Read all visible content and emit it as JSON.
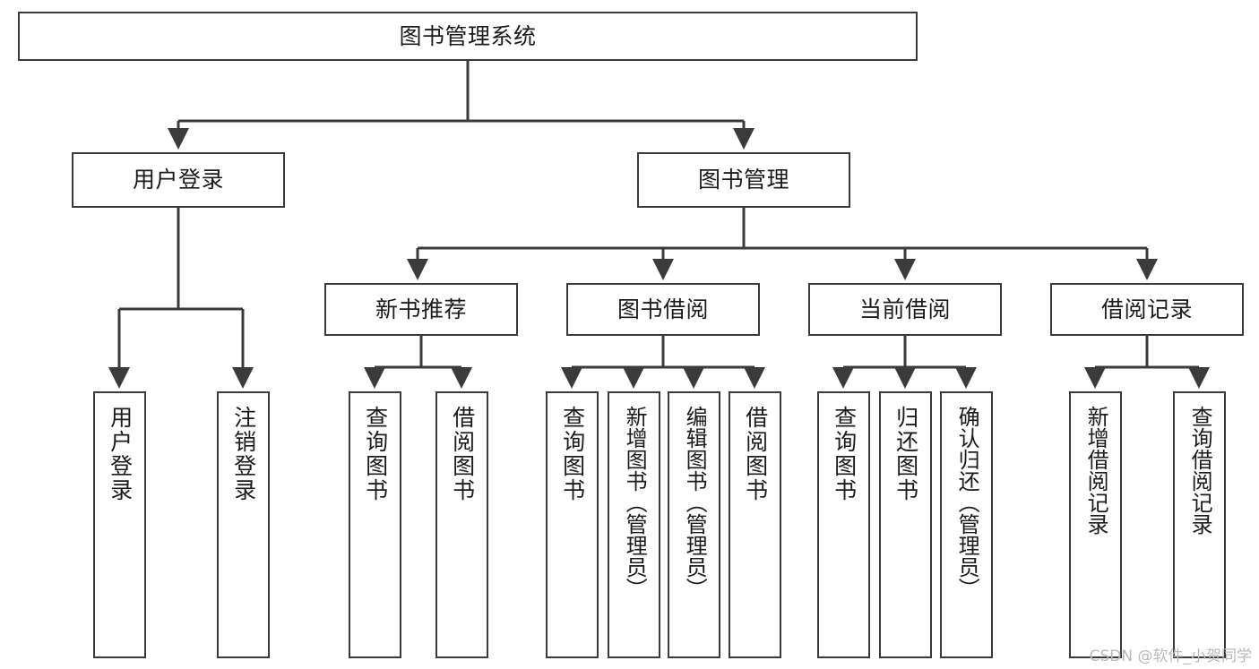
{
  "diagram": {
    "type": "tree-hierarchy-chart",
    "title": "图书管理系统",
    "edge_color": "#3b3b3b",
    "box_border_color": "#3b3b3b",
    "box_fill_color": "#ffffff",
    "text_color": "#1b1b1b",
    "watermark": "CSDN @软件_小贺同学",
    "watermark_color": "#b9b9b9"
  },
  "nodes": {
    "root": {
      "label": "图书管理系统"
    },
    "level2": [
      {
        "label": "用户登录"
      },
      {
        "label": "图书管理"
      }
    ],
    "level3": [
      {
        "label": "新书推荐"
      },
      {
        "label": "图书借阅"
      },
      {
        "label": "当前借阅"
      },
      {
        "label": "借阅记录"
      }
    ],
    "leaves": {
      "user_login": [
        {
          "label": "用户登录"
        },
        {
          "label": "注销登录"
        }
      ],
      "new_book_recommend": [
        {
          "label": "查询图书"
        },
        {
          "label": "借阅图书"
        }
      ],
      "book_borrow": [
        {
          "label": "查询图书"
        },
        {
          "label": "新增图书（管理员）"
        },
        {
          "label": "编辑图书（管理员）"
        },
        {
          "label": "借阅图书"
        }
      ],
      "current_borrow": [
        {
          "label": "查询图书"
        },
        {
          "label": "归还图书"
        },
        {
          "label": "确认归还（管理员）"
        }
      ],
      "borrow_record": [
        {
          "label": "新增借阅记录"
        },
        {
          "label": "查询借阅记录"
        }
      ]
    }
  }
}
